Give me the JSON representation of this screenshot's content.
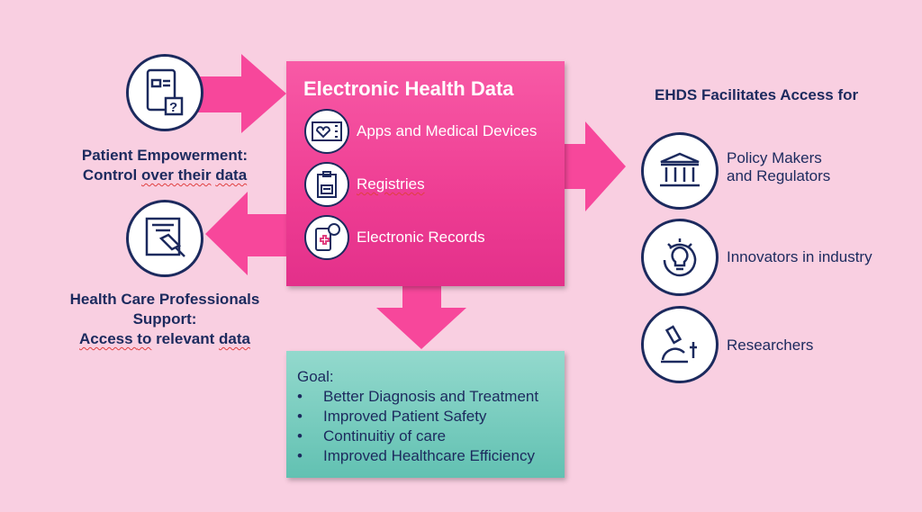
{
  "left": {
    "patient": {
      "line1": "Patient Empowerment:",
      "line2a": "Control ",
      "line2b": "over their",
      "line2c": " ",
      "line2d": "data"
    },
    "hcp": {
      "line1": "Health Care Professionals",
      "line2": "Support:",
      "line3a": "Access ",
      "line3b": "to",
      "line3c": " relevant ",
      "line3d": "data"
    }
  },
  "center": {
    "title": "Electronic Health Data",
    "items": [
      {
        "label": "Apps and Medical Devices"
      },
      {
        "label": "Registries"
      },
      {
        "label": "Electronic Records"
      }
    ]
  },
  "goal": {
    "heading": "Goal:",
    "bullet": "•",
    "items": [
      "Better Diagnosis and Treatment",
      "Improved Patient Safety",
      "Continuitiy of care",
      "Improved Healthcare Efficiency"
    ]
  },
  "right": {
    "title": "EHDS Facilitates Access for",
    "items": [
      {
        "line1": "Policy Makers",
        "line2": "and Regulators"
      },
      {
        "label": "Innovators in industry"
      },
      {
        "label": "Researchers"
      }
    ]
  },
  "colors": {
    "background": "#f9cfe1",
    "arrow": "#f7479b",
    "navy": "#1c2a5e",
    "goal": "#7dcfc1"
  }
}
